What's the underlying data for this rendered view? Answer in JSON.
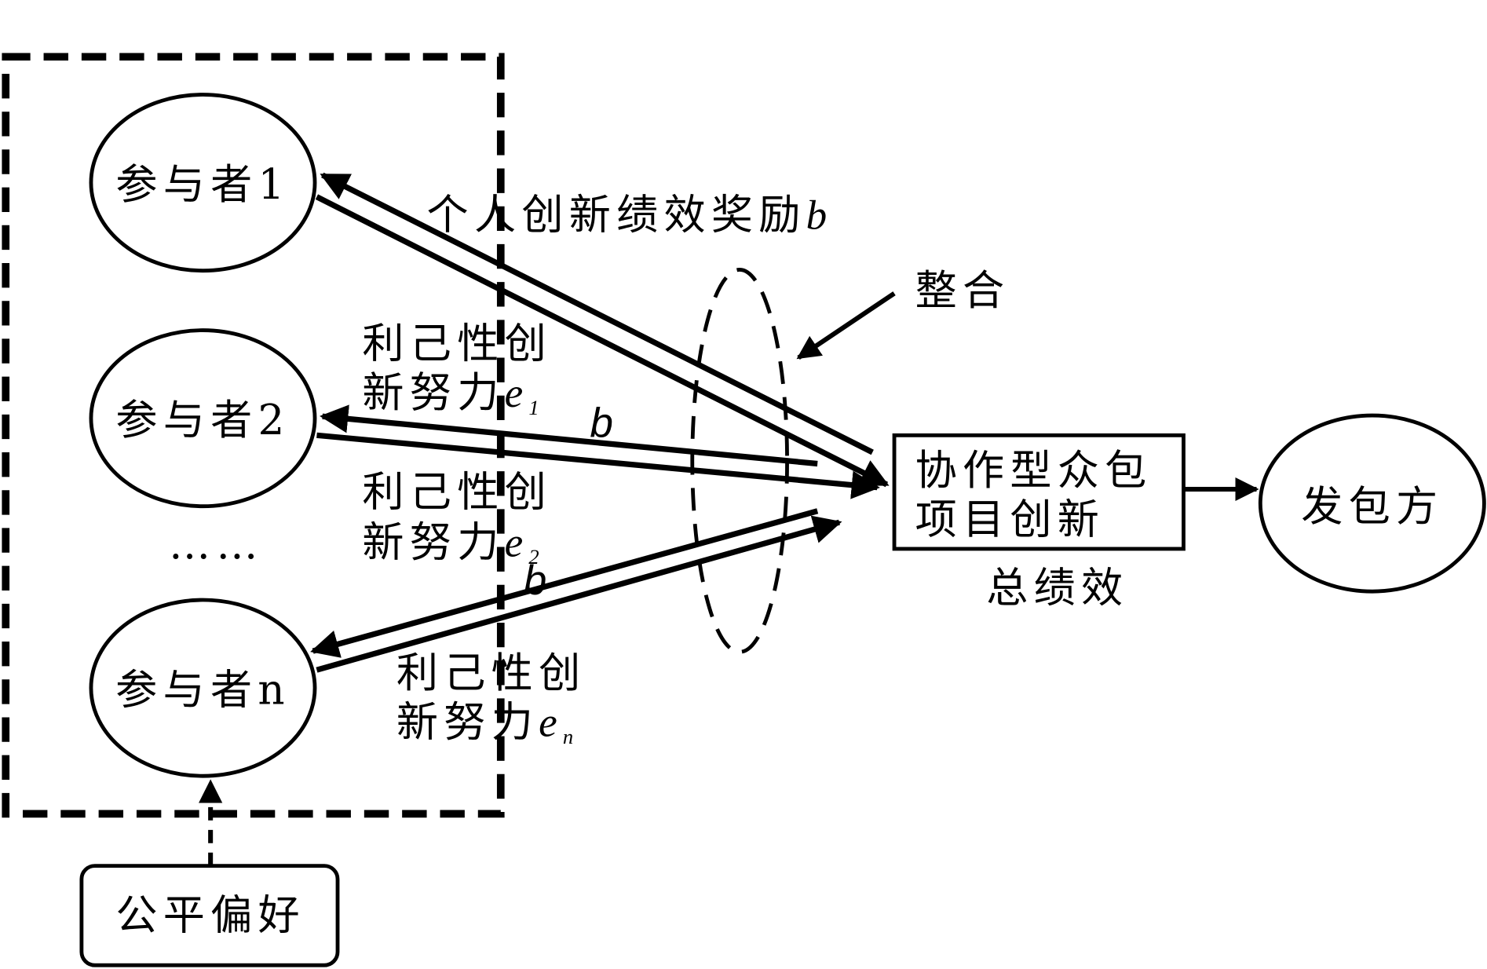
{
  "participants": [
    {
      "label": "参与者1"
    },
    {
      "label": "参与者2"
    },
    {
      "label": "参与者n"
    }
  ],
  "ellipsis": "……",
  "fairness": "公平偏好",
  "reward_label": "个人创新绩效奖励",
  "reward_var": "b",
  "b_label": "b",
  "integrate": "整合",
  "effort": [
    {
      "line1": "利己性创",
      "line2": "新努力",
      "var": "e",
      "sub": "1"
    },
    {
      "line1": "利己性创",
      "line2": "新努力",
      "var": "e",
      "sub": "2"
    },
    {
      "line1": "利己性创",
      "line2": "新努力",
      "var": "e",
      "sub": "n"
    }
  ],
  "project": {
    "line1": "协作型众包",
    "line2": "项目创新"
  },
  "total": "总绩效",
  "contractor": "发包方"
}
